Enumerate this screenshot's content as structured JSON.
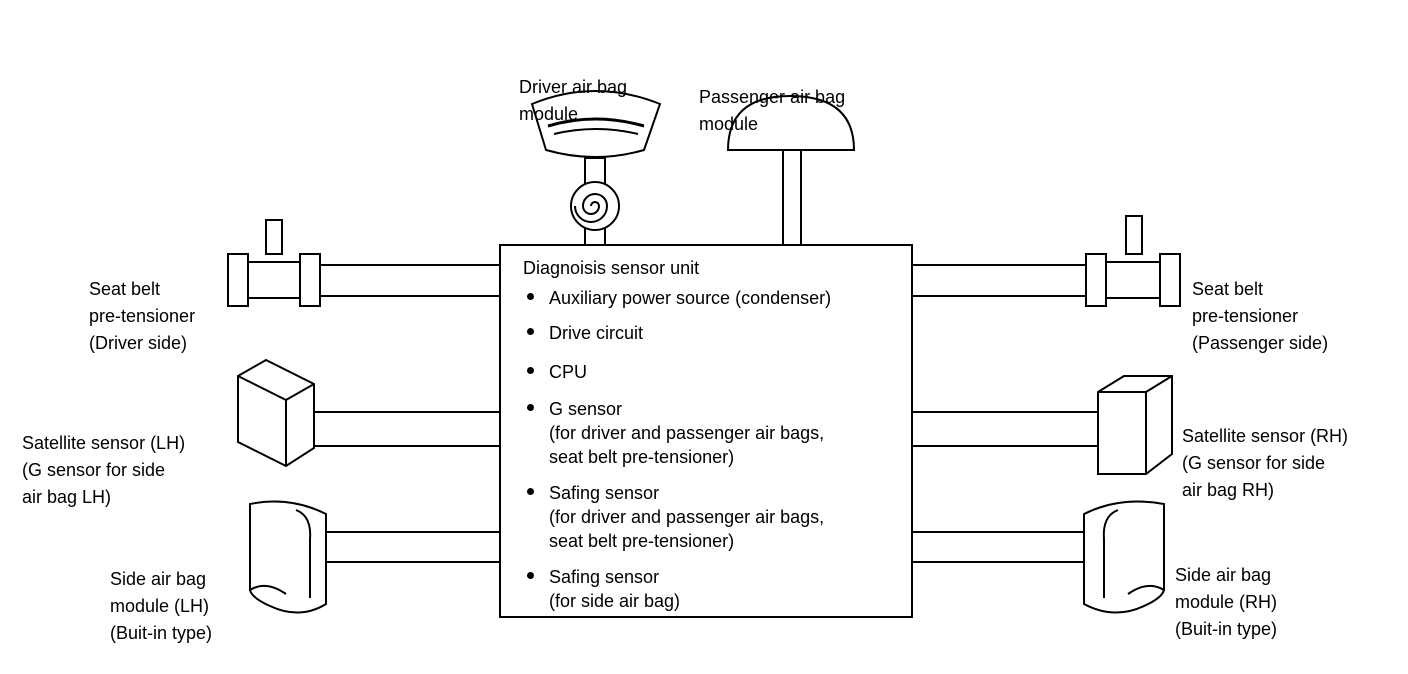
{
  "labels": {
    "driver_module": [
      "Driver air bag",
      "module"
    ],
    "passenger_module": [
      "Passenger air bag",
      "module"
    ],
    "pretensioner_left": [
      "Seat belt",
      "pre-tensioner",
      "(Driver side)"
    ],
    "pretensioner_right": [
      "Seat belt",
      "pre-tensioner",
      "(Passenger side)"
    ],
    "satellite_left": [
      "Satellite sensor (LH)",
      "(G sensor for side",
      "air bag LH)"
    ],
    "satellite_right": [
      "Satellite sensor (RH)",
      "(G sensor for side",
      "air bag RH)"
    ],
    "side_module_left": [
      "Side air bag",
      "module (LH)",
      "(Buit-in type)"
    ],
    "side_module_right": [
      "Side air bag",
      "module (RH)",
      "(Buit-in type)"
    ]
  },
  "unit": {
    "title": "Diagnoisis sensor unit",
    "items": [
      [
        "Auxiliary power source (condenser)"
      ],
      [
        "Drive circuit"
      ],
      [
        "CPU"
      ],
      [
        "G sensor",
        "(for driver and passenger air bags,",
        "seat belt pre-tensioner)"
      ],
      [
        "Safing sensor",
        "(for driver and passenger air bags,",
        "seat belt pre-tensioner)"
      ],
      [
        "Safing sensor",
        "(for side air bag)"
      ]
    ]
  }
}
